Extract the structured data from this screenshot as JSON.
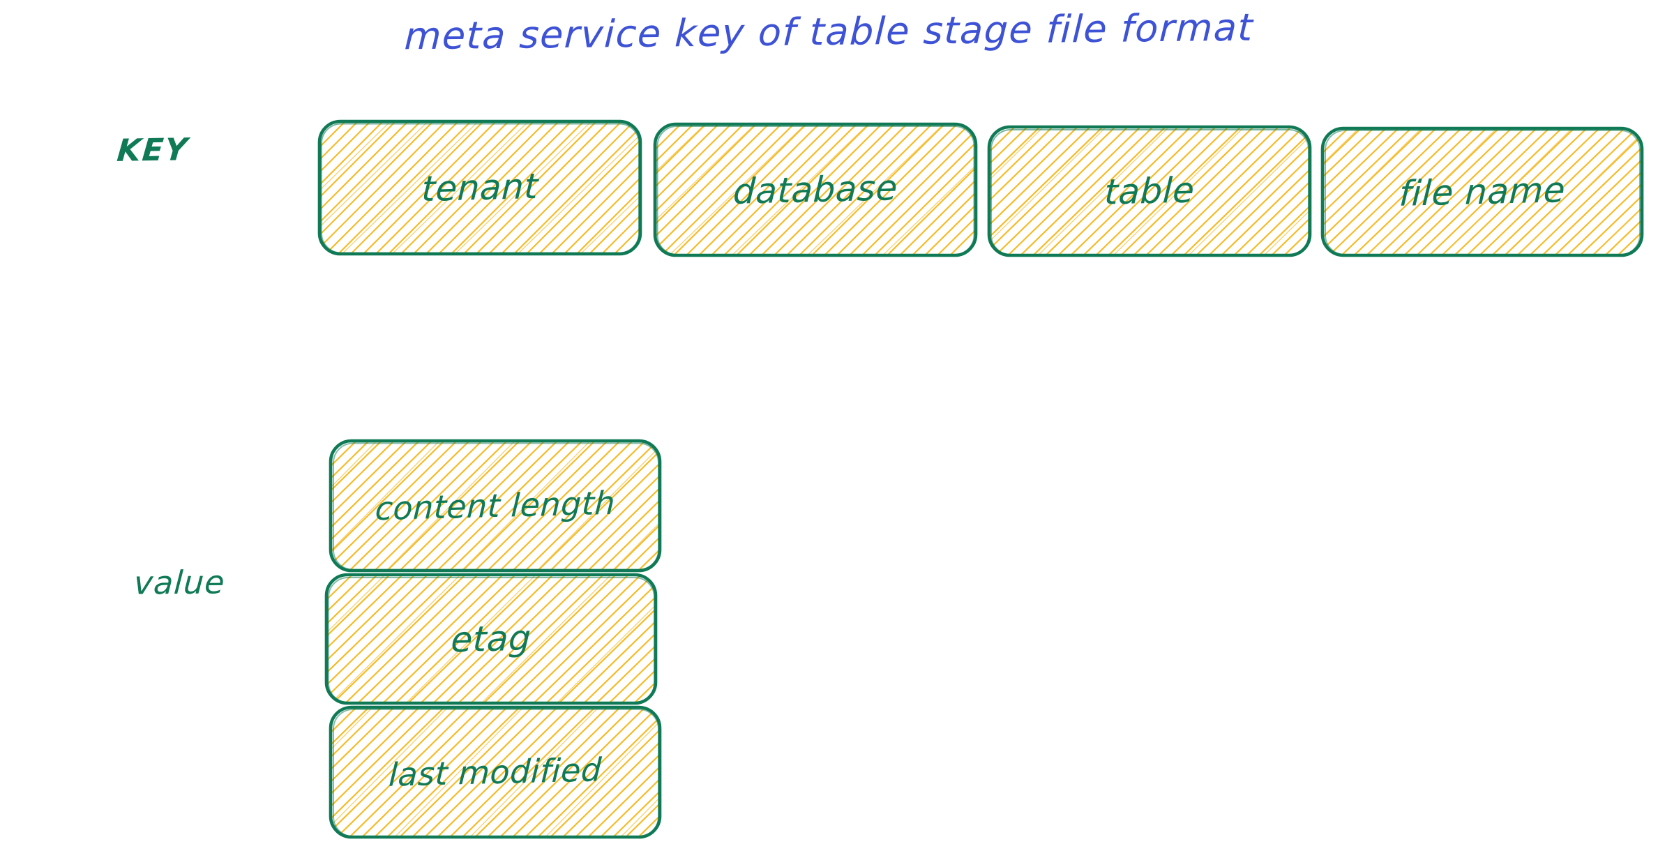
{
  "title": "meta service key of table stage file format",
  "colors": {
    "title_blue": "#3d52d5",
    "stroke_green": "#0f7a55",
    "hatch_yellow": "#f5b91e",
    "background": "#ffffff"
  },
  "sections": {
    "key": {
      "label": "KEY",
      "boxes": [
        {
          "label": "tenant"
        },
        {
          "label": "database"
        },
        {
          "label": "table"
        },
        {
          "label": "file name"
        }
      ]
    },
    "value": {
      "label": "value",
      "boxes": [
        {
          "label": "content length"
        },
        {
          "label": "etag"
        },
        {
          "label": "last modified"
        }
      ]
    }
  }
}
